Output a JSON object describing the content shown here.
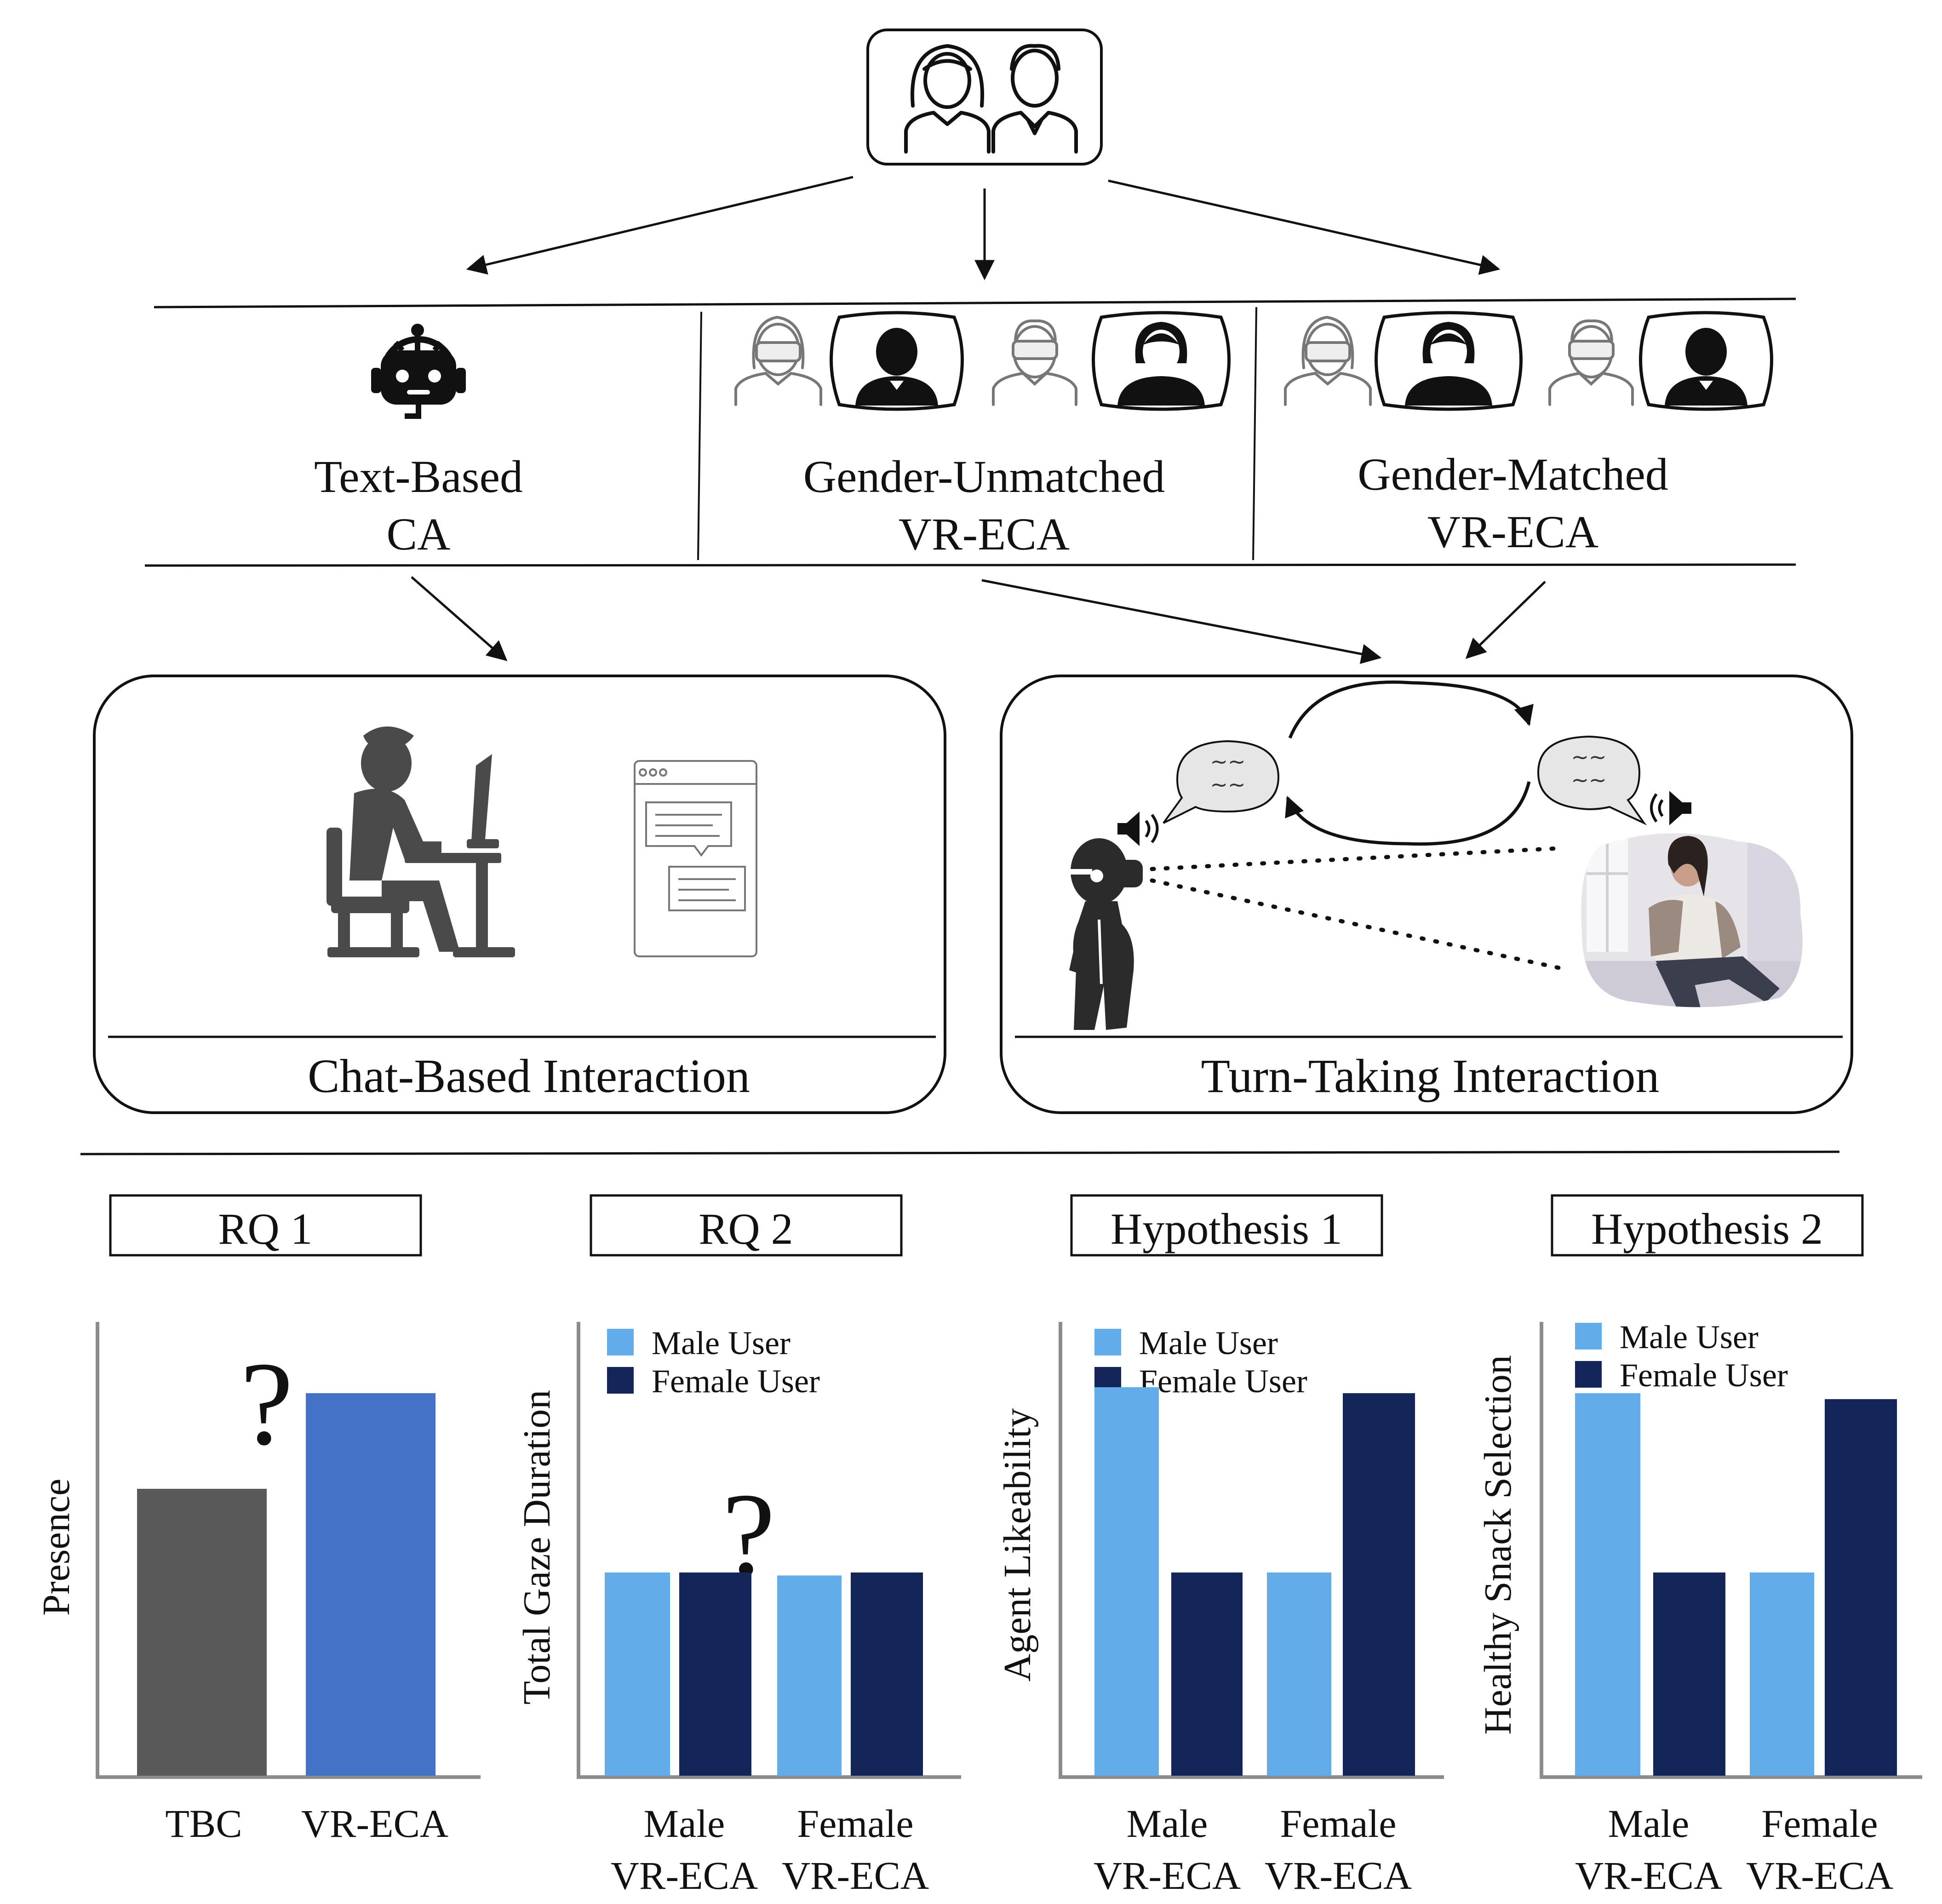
{
  "conditions": {
    "text_based": [
      "Text-Based",
      "CA"
    ],
    "gender_unmatched": [
      "Gender-Unmatched",
      "VR-ECA"
    ],
    "gender_matched": [
      "Gender-Matched",
      "VR-ECA"
    ]
  },
  "interactions": {
    "chat": "Chat-Based Interaction",
    "turn_taking": "Turn-Taking Interaction"
  },
  "icons": {
    "participants": "participants-pair-icon",
    "chatbot": "chatbot-headset-icon",
    "desk_user": "person-at-desk-computer-icon",
    "chat_window": "chat-window-icon",
    "vr_user": "vr-headset-user-icon",
    "virtual_agent": "virtual-agent-avatar-image",
    "speech_bubble": "speech-bubble-icon",
    "speaker": "speaker-icon"
  },
  "colors": {
    "gray_bar": "#595959",
    "vr_eca_bar": "#4472C4",
    "male_user": "#62ACEA",
    "female_user": "#14255A",
    "axis": "#8c8c8c"
  },
  "legend": {
    "male_user": "Male User",
    "female_user": "Female User"
  },
  "chart_data": [
    {
      "type": "bar",
      "title": "RQ 1",
      "ylabel": "Presence",
      "categories": [
        "TBC",
        "VR-ECA"
      ],
      "values": [
        48,
        64
      ],
      "ylim": [
        0,
        100
      ],
      "annotation": "?",
      "colors": [
        "#595959",
        "#4472C4"
      ]
    },
    {
      "type": "bar",
      "title": "RQ 2",
      "ylabel": "Total Gaze Duration",
      "categories": [
        [
          "Male",
          "VR-ECA"
        ],
        [
          "Female",
          "VR-ECA"
        ]
      ],
      "series": [
        {
          "name": "Male User",
          "values": [
            34,
            33.5
          ]
        },
        {
          "name": "Female User",
          "values": [
            34,
            34
          ]
        }
      ],
      "ylim": [
        0,
        100
      ],
      "annotation": "?",
      "legend": "top-left"
    },
    {
      "type": "bar",
      "title": "Hypothesis 1",
      "ylabel": "Agent Likeability",
      "categories": [
        [
          "Male",
          "VR-ECA"
        ],
        [
          "Female",
          "VR-ECA"
        ]
      ],
      "series": [
        {
          "name": "Male User",
          "values": [
            65,
            34
          ]
        },
        {
          "name": "Female User",
          "values": [
            34,
            64
          ]
        }
      ],
      "ylim": [
        0,
        100
      ],
      "legend": "top-left"
    },
    {
      "type": "bar",
      "title": "Hypothesis 2",
      "ylabel": "Healthy Snack Selection",
      "categories": [
        [
          "Male",
          "VR-ECA"
        ],
        [
          "Female",
          "VR-ECA"
        ]
      ],
      "series": [
        {
          "name": "Male User",
          "values": [
            64,
            34
          ]
        },
        {
          "name": "Female User",
          "values": [
            34,
            63
          ]
        }
      ],
      "ylim": [
        0,
        100
      ],
      "legend": "top-left"
    }
  ]
}
